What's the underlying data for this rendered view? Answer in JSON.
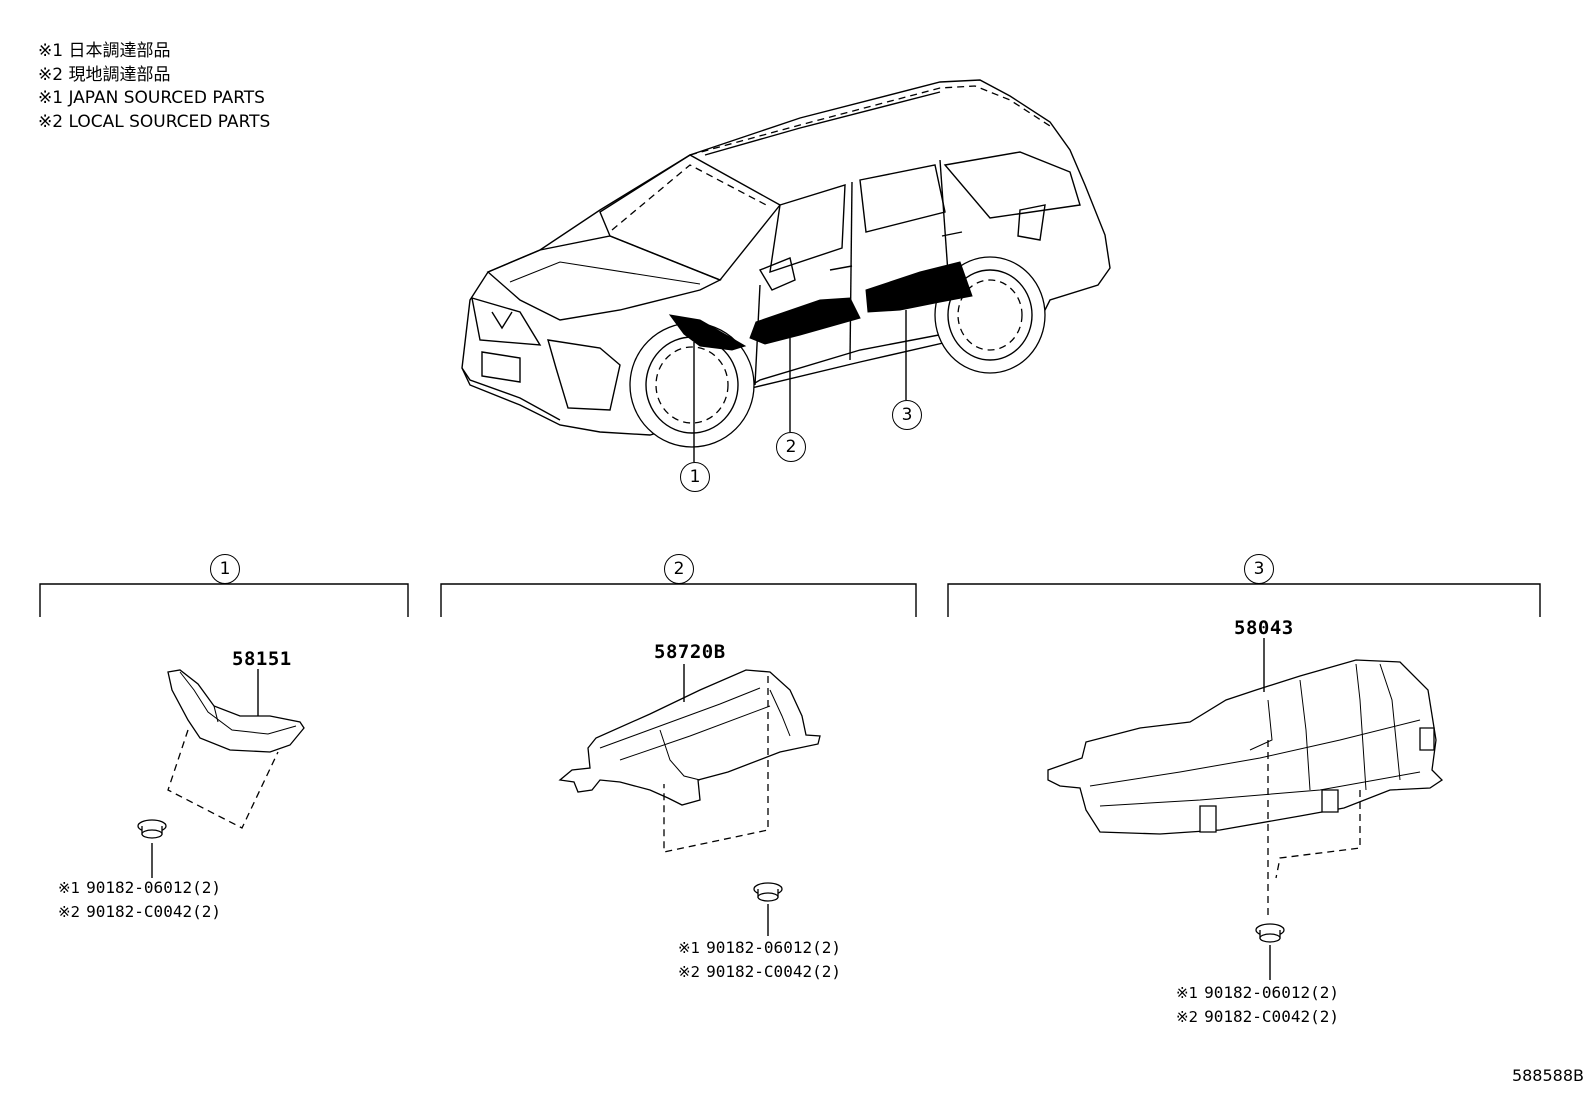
{
  "legend": [
    "※1 日本調達部品",
    "※2 現地調達部品",
    "※1 JAPAN SOURCED PARTS",
    "※2 LOCAL SOURCED PARTS"
  ],
  "callouts": {
    "c1": "1",
    "c2": "2",
    "c3": "3"
  },
  "groups": [
    {
      "label": "1",
      "part_number": "58151",
      "fasteners": [
        {
          "mark": "※1",
          "number": "90182-06012(2)"
        },
        {
          "mark": "※2",
          "number": "90182-C0042(2)"
        }
      ]
    },
    {
      "label": "2",
      "part_number": "58720B",
      "fasteners": [
        {
          "mark": "※1",
          "number": "90182-06012(2)"
        },
        {
          "mark": "※2",
          "number": "90182-C0042(2)"
        }
      ]
    },
    {
      "label": "3",
      "part_number": "58043",
      "fasteners": [
        {
          "mark": "※1",
          "number": "90182-06012(2)"
        },
        {
          "mark": "※2",
          "number": "90182-C0042(2)"
        }
      ]
    }
  ],
  "diagram_code": "588588B"
}
